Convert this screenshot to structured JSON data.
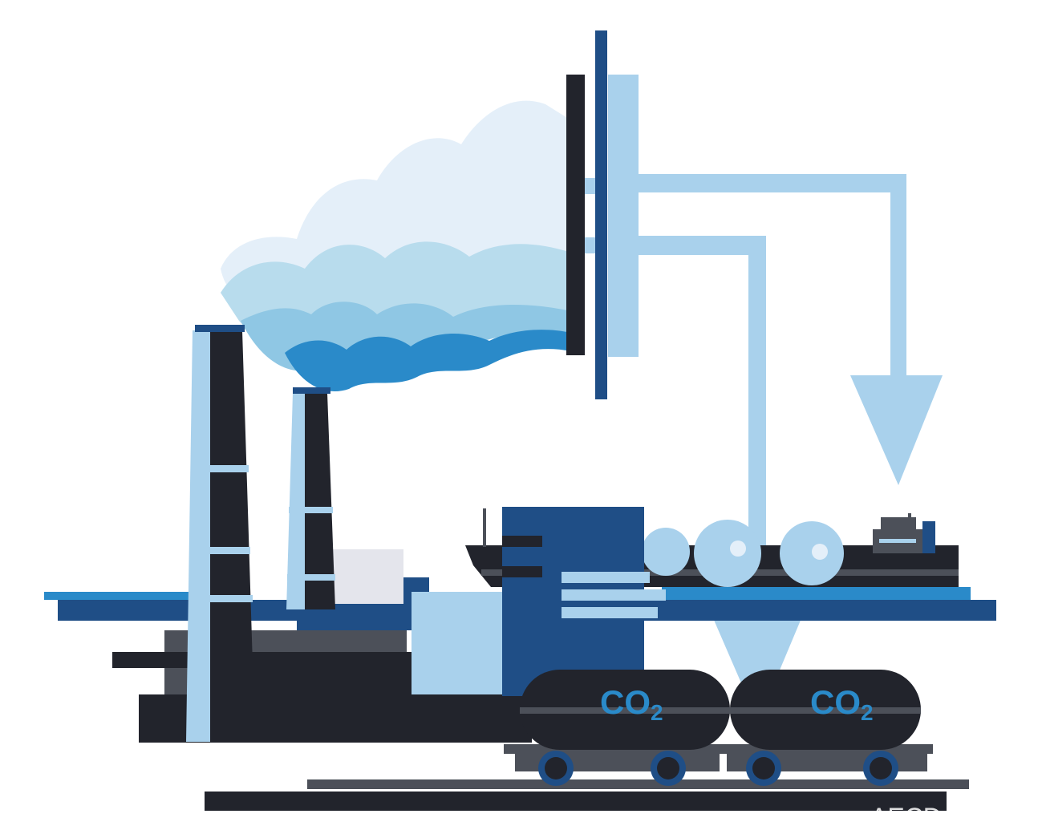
{
  "labels": {
    "tank_car_1": {
      "main": "CO",
      "sub": "2"
    },
    "tank_car_2": {
      "main": "CO",
      "sub": "2"
    },
    "watermark": "AECD"
  },
  "colors": {
    "navy": "#1f4e86",
    "dark": "#22242c",
    "gray": "#4c5059",
    "light_blue": "#a9d1ec",
    "mid_blue": "#2a8ac9",
    "pale": "#e4eff9",
    "co2_text": "#2a8ac9"
  }
}
